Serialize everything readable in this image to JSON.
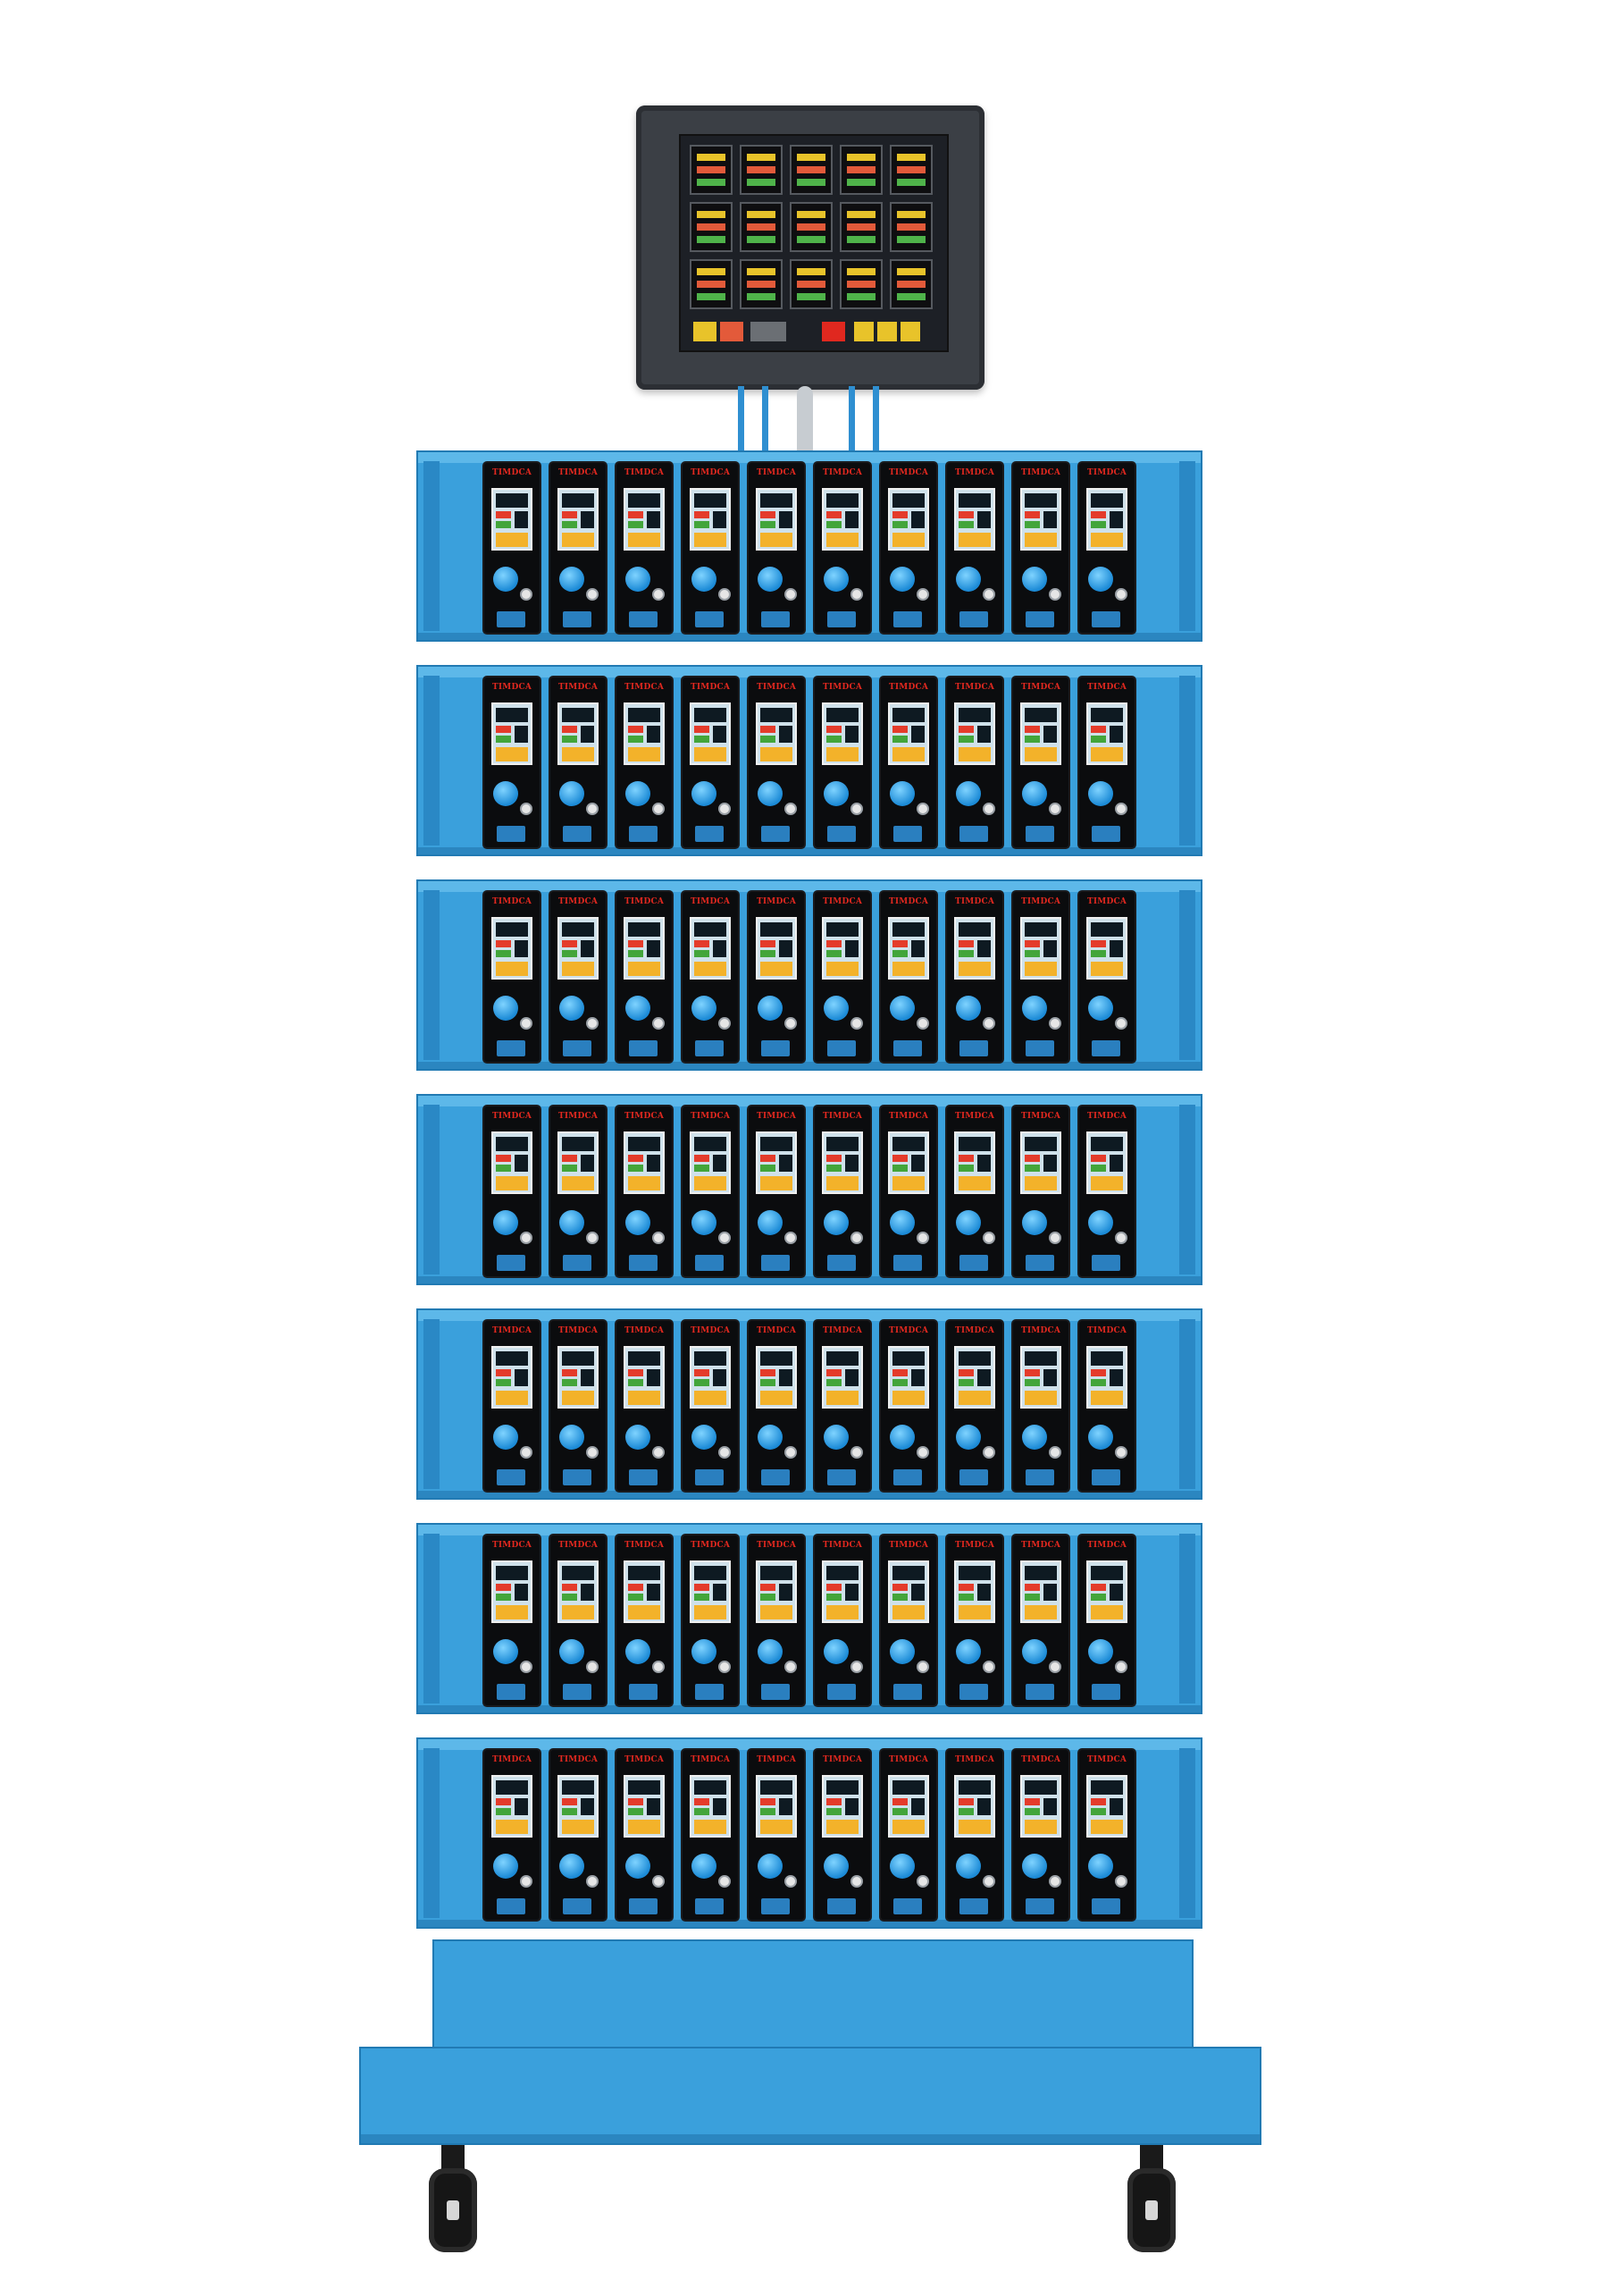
{
  "colors": {
    "cabinet_blue": "#3aa0dc",
    "module_black": "#0b0c0e",
    "brand_red": "#e0281f",
    "monitor_gray": "#3b3f45"
  },
  "cabinet": {
    "shelves": 7,
    "modules_per_shelf": 10,
    "module_brand": "TIMDCA"
  }
}
